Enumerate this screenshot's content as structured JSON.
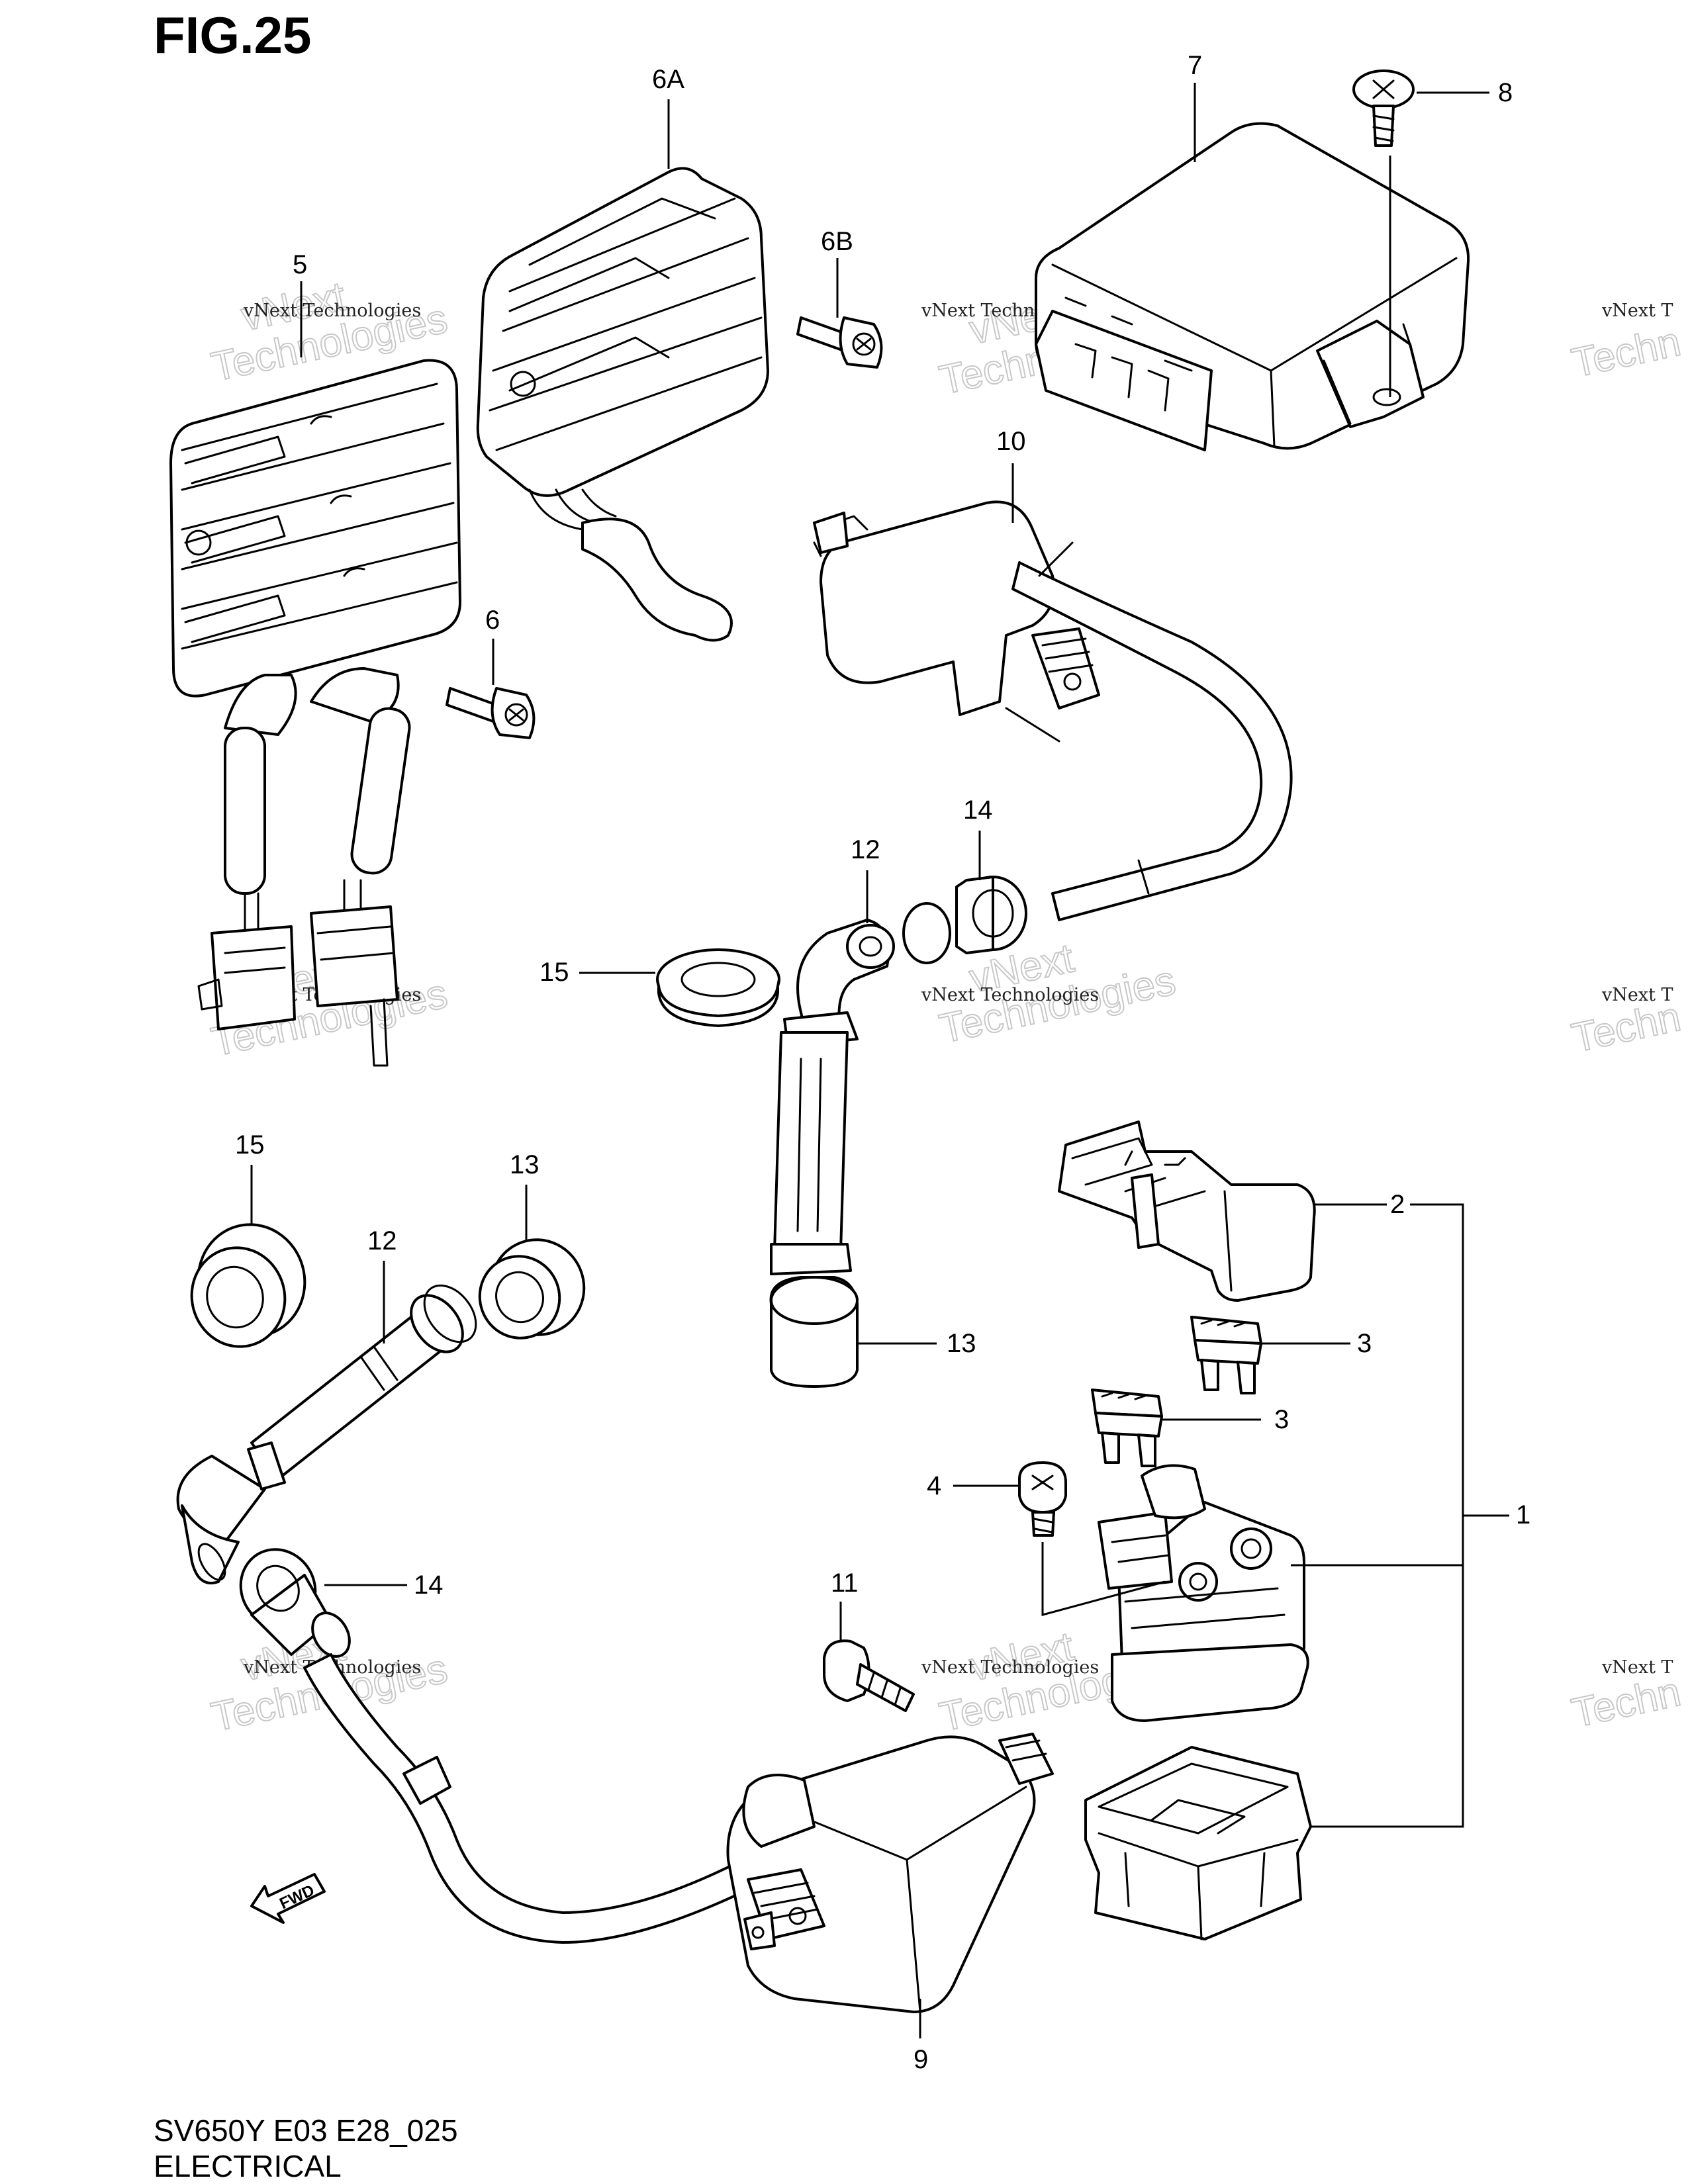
{
  "figure": {
    "title": "FIG.25",
    "model_code": "SV650Y E03 E28_025",
    "section_name": "ELECTRICAL"
  },
  "callouts": {
    "p1": "1",
    "p2": "2",
    "p3a": "3",
    "p3b": "3",
    "p4": "4",
    "p5": "5",
    "p6": "6",
    "p6a": "6A",
    "p6b": "6B",
    "p7": "7",
    "p8": "8",
    "p9": "9",
    "p10": "10",
    "p11": "11",
    "p12a": "12",
    "p12b": "12",
    "p13a": "13",
    "p13b": "13",
    "p14a": "14",
    "p14b": "14",
    "p15a": "15",
    "p15b": "15"
  },
  "direction_marker": "FWD",
  "watermark": {
    "line_small": "vNext Technologies",
    "line_big_1": "vNext",
    "line_big_2": "Technologies",
    "edge_small": "vNext T",
    "edge_big": "Techn"
  },
  "line_color": "#000000",
  "watermark_color": "#c8c8c8"
}
